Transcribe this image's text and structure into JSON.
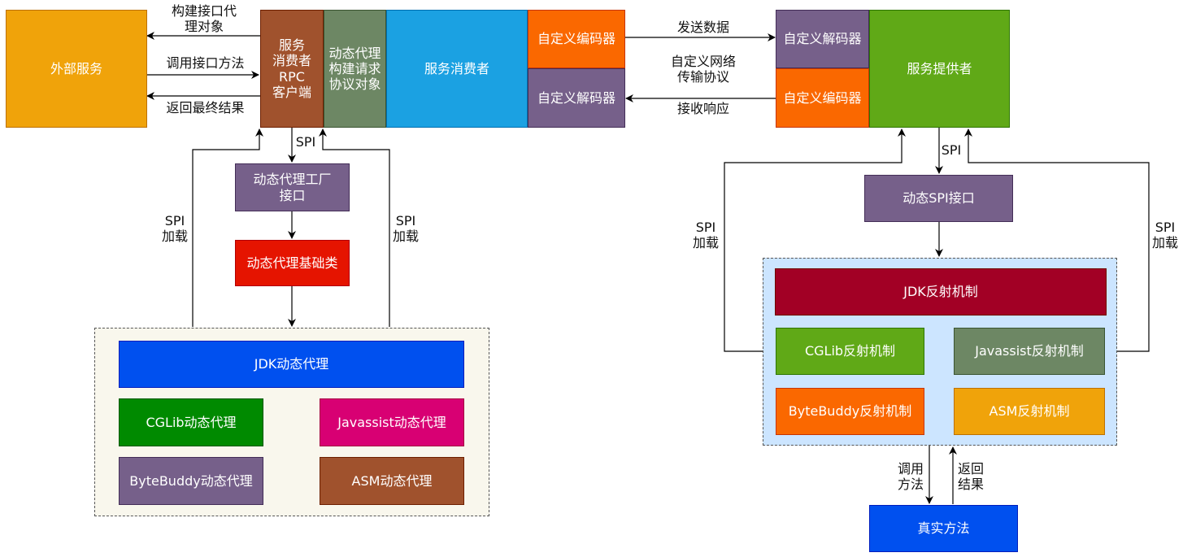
{
  "nodes": {
    "external_service": "外部服务",
    "rpc_client": "服务\n消费者\nRPC\n客户端",
    "proxy_build": "动态代理\n构建请求\n协议对象",
    "consumer": "服务消费者",
    "consumer_encoder": "自定义编码器",
    "consumer_decoder": "自定义解码器",
    "provider_decoder": "自定义解码器",
    "provider_encoder": "自定义编码器",
    "provider": "服务提供者",
    "proxy_factory": "动态代理工厂\n接口",
    "proxy_base": "动态代理基础类",
    "jdk_proxy": "JDK动态代理",
    "cglib_proxy": "CGLib动态代理",
    "javassist_proxy": "Javassist动态代理",
    "bytebuddy_proxy": "ByteBuddy动态代理",
    "asm_proxy": "ASM动态代理",
    "dynamic_spi": "动态SPI接口",
    "jdk_reflect": "JDK反射机制",
    "cglib_reflect": "CGLib反射机制",
    "javassist_reflect": "Javassist反射机制",
    "bytebuddy_reflect": "ByteBuddy反射机制",
    "asm_reflect": "ASM反射机制",
    "real_method": "真实方法"
  },
  "labels": {
    "build_proxy": "构建接口代\n理对象",
    "call_method": "调用接口方法",
    "return_result": "返回最终结果",
    "send_data": "发送数据",
    "custom_protocol": "自定义网络\n传输协议",
    "receive_response": "接收响应",
    "spi_left": "SPI",
    "spi_load_left_a": "SPI\n加载",
    "spi_load_left_b": "SPI\n加载",
    "spi_right": "SPI",
    "spi_load_right_a": "SPI\n加载",
    "spi_load_right_b": "SPI\n加载",
    "invoke_method": "调用\n方法",
    "return_back": "返回\n结果"
  },
  "colors": {
    "orange_gold": "#f0a30a",
    "brown": "#a0522d",
    "sage": "#6d8764",
    "sky": "#1ba1e2",
    "orange": "#fa6800",
    "purple": "#76608a",
    "green": "#60a917",
    "red": "#e51400",
    "blue": "#0050ef",
    "dark_green": "#008a00",
    "magenta": "#d80073",
    "crimson": "#a20025",
    "left_group_fill": "#f9f7ed",
    "right_group_fill": "#cce5ff"
  }
}
